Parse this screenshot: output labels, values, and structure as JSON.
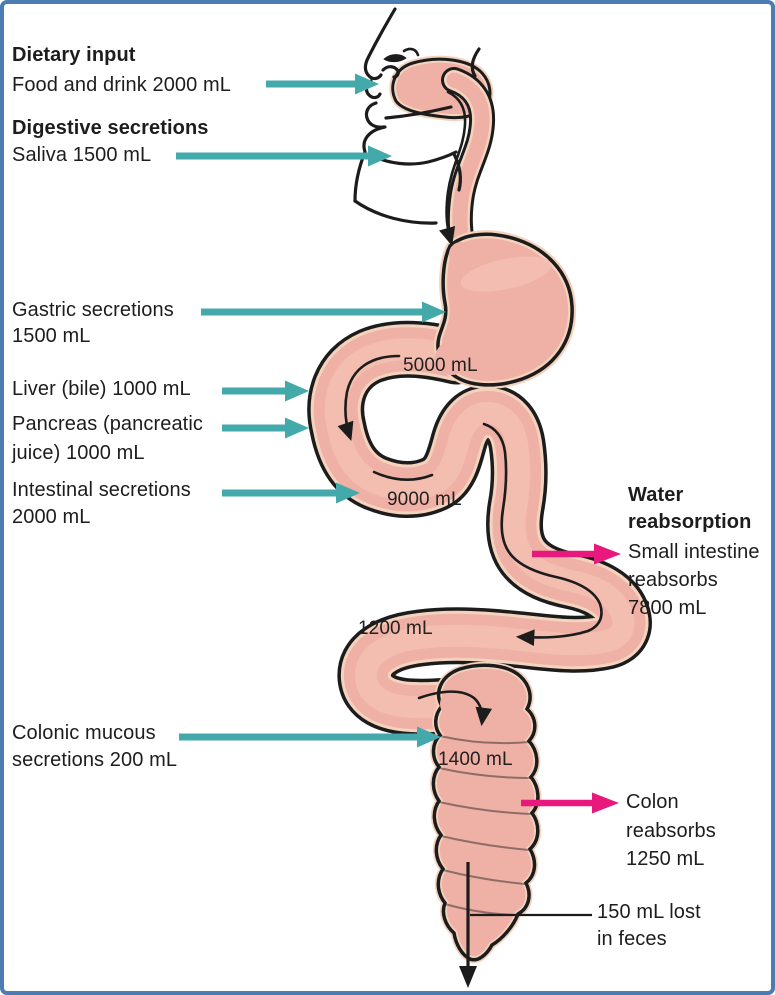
{
  "diagram": {
    "subject": "digestive-water-balance",
    "colors": {
      "border_blue": "#4C7CB4",
      "secretion_arrow_teal": "#44A9AB",
      "reabsorption_arrow_pink": "#E8197D",
      "tract_flesh": "#EFB1A5",
      "tract_rim_cream": "#F4D3BE",
      "tract_highlight": "#F3BFB2",
      "line_black": "#1c1c1c"
    }
  },
  "left_labels": {
    "dietary_heading": "Dietary input",
    "food_drink": "Food and drink 2000 mL",
    "secretions_heading": "Digestive secretions",
    "saliva": "Saliva 1500 mL",
    "gastric_line1": "Gastric secretions",
    "gastric_line2": "1500 mL",
    "liver": "Liver (bile) 1000 mL",
    "pancreas_line1": "Pancreas (pancreatic",
    "pancreas_line2": "juice) 1000 mL",
    "intestinal_line1": "Intestinal secretions",
    "intestinal_line2": "2000 mL",
    "colonic_line1": "Colonic mucous",
    "colonic_line2": "secretions 200 mL"
  },
  "right_labels": {
    "water_heading_line1": "Water",
    "water_heading_line2": "reabsorption",
    "small_intestine_line1": "Small intestine",
    "small_intestine_line2": "reabsorbs",
    "small_intestine_line3": "7800 mL",
    "colon_line1": "Colon",
    "colon_line2": "reabsorbs",
    "colon_line3": "1250 mL",
    "feces_line1": "150 mL lost",
    "feces_line2": "in feces"
  },
  "tract_volumes": {
    "stomach": "5000 mL",
    "upper_small_intestine": "9000 mL",
    "lower_small_intestine": "1200 mL",
    "colon": "1400 mL"
  }
}
